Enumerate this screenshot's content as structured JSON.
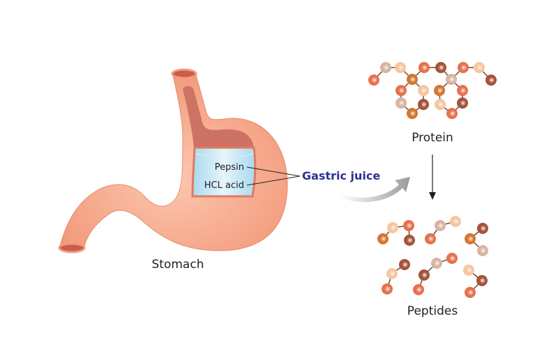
{
  "labels": {
    "stomach": "Stomach",
    "pepsin": "Pepsin",
    "hcl": "HCL acid",
    "gastric_juice": "Gastric juice",
    "protein": "Protein",
    "peptides": "Peptides"
  },
  "colors": {
    "stomach_wall": "#f6a487",
    "stomach_inner": "#cd7365",
    "juice": "#bfe4f2",
    "gastric_juice_text": "#2e3192",
    "bond": "#6b4a2a"
  },
  "bead_palette": {
    "coral": "#e8704f",
    "beige": "#d8b4a3",
    "peach": "#f7c6a0",
    "brown": "#a4533a",
    "orange": "#d47530"
  }
}
